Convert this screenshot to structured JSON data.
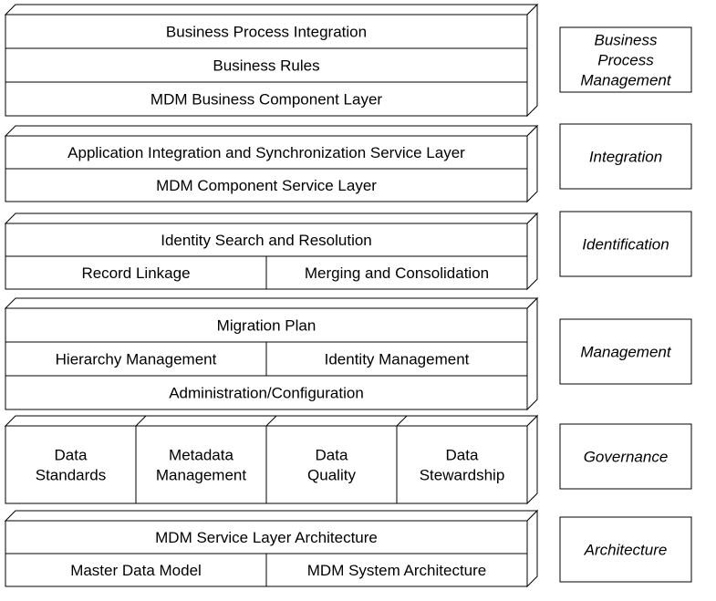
{
  "layers": [
    {
      "id": "bpm",
      "side_label": [
        "Business",
        "Process",
        "Management"
      ],
      "rows": [
        {
          "cells": [
            {
              "lines": [
                "Business Process Integration"
              ]
            }
          ]
        },
        {
          "cells": [
            {
              "lines": [
                "Business Rules"
              ]
            }
          ]
        },
        {
          "cells": [
            {
              "lines": [
                "MDM Business Component Layer"
              ]
            }
          ]
        }
      ]
    },
    {
      "id": "integration",
      "side_label": [
        "Integration"
      ],
      "rows": [
        {
          "cells": [
            {
              "lines": [
                "Application Integration and Synchronization Service Layer"
              ]
            }
          ]
        },
        {
          "cells": [
            {
              "lines": [
                "MDM Component Service Layer"
              ]
            }
          ]
        }
      ]
    },
    {
      "id": "identification",
      "side_label": [
        "Identification"
      ],
      "rows": [
        {
          "cells": [
            {
              "lines": [
                "Identity Search and Resolution"
              ]
            }
          ]
        },
        {
          "cells": [
            {
              "lines": [
                "Record Linkage"
              ]
            },
            {
              "lines": [
                "Merging and Consolidation"
              ]
            }
          ]
        }
      ]
    },
    {
      "id": "management",
      "side_label": [
        "Management"
      ],
      "rows": [
        {
          "cells": [
            {
              "lines": [
                "Migration Plan"
              ]
            }
          ]
        },
        {
          "cells": [
            {
              "lines": [
                "Hierarchy Management"
              ]
            },
            {
              "lines": [
                "Identity Management"
              ]
            }
          ]
        },
        {
          "cells": [
            {
              "lines": [
                "Administration/Configuration"
              ]
            }
          ]
        }
      ]
    },
    {
      "id": "governance",
      "side_label": [
        "Governance"
      ],
      "rows": [
        {
          "cells": [
            {
              "lines": [
                "Data",
                "Standards"
              ]
            },
            {
              "lines": [
                "Metadata",
                "Management"
              ]
            },
            {
              "lines": [
                "Data",
                "Quality"
              ]
            },
            {
              "lines": [
                "Data",
                "Stewardship"
              ]
            }
          ]
        }
      ]
    },
    {
      "id": "architecture",
      "side_label": [
        "Architecture"
      ],
      "rows": [
        {
          "cells": [
            {
              "lines": [
                "MDM Service Layer Architecture"
              ]
            }
          ]
        },
        {
          "cells": [
            {
              "lines": [
                "Master Data Model"
              ]
            },
            {
              "lines": [
                "MDM System Architecture"
              ]
            }
          ]
        }
      ]
    }
  ]
}
